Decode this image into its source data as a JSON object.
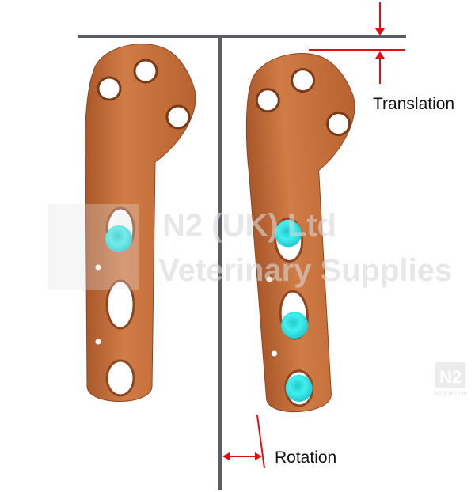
{
  "labels": {
    "translation": "Translation",
    "rotation": "Rotation"
  },
  "watermark": {
    "line1": "N2 (UK) Ltd",
    "line2": "Veterinary Supplies",
    "logo": "N2",
    "logo_caption": "N2 (UK) Ltd"
  },
  "colors": {
    "plate": "#c8733f",
    "screw": "#2ee0e0",
    "reference_line": "#5a5e66",
    "arrow": "#e01010"
  }
}
